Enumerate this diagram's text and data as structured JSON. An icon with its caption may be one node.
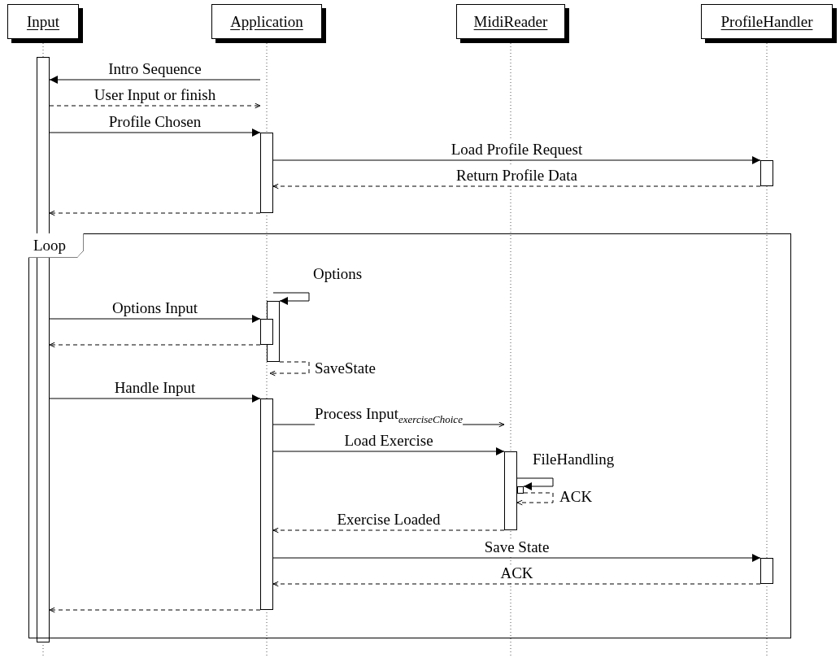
{
  "diagram": {
    "nodes": [
      {
        "text": [
          "Input"
        ]
      },
      {
        "text": [
          "Application"
        ]
      },
      {
        "text": [
          "MidiReader"
        ]
      },
      {
        "text": [
          "ProfileHandler"
        ]
      },
      {
        "text": [],
        "shape": "bar"
      },
      {
        "text": [],
        "shape": "bar"
      },
      {
        "text": [],
        "shape": "bar"
      },
      {
        "text": [
          "Loop"
        ]
      },
      {
        "text": [],
        "shape": "bar",
        "in": 7
      },
      {
        "text": [],
        "shape": "bar",
        "in": 7
      },
      {
        "text": [],
        "shape": "bar",
        "in": 7
      },
      {
        "text": [],
        "shape": "bar",
        "in": 7
      },
      {
        "text": [],
        "shape": "bar",
        "in": 7
      },
      {
        "text": [],
        "shape": "bar",
        "in": 7
      }
    ],
    "edges": [
      {
        "from": null,
        "to": 4,
        "arrow": "to",
        "label": "Intro Sequence"
      },
      {
        "from": 4,
        "to": null,
        "arrow": "to",
        "label": "User Input or finish",
        "style": "dashed"
      },
      {
        "from": 4,
        "to": 5,
        "arrow": "to",
        "label": "Profile Chosen"
      },
      {
        "from": 5,
        "to": 6,
        "arrow": "to",
        "label": "Load Profile Request"
      },
      {
        "from": 6,
        "to": 5,
        "arrow": "to",
        "label": "Return Profile Data",
        "style": "dashed"
      },
      {
        "from": 5,
        "to": 4,
        "arrow": "to",
        "style": "dashed"
      },
      {
        "from": null,
        "to": 8,
        "arrow": "to",
        "label": "Options"
      },
      {
        "from": 4,
        "to": 9,
        "arrow": "to",
        "label": "Options Input"
      },
      {
        "from": 9,
        "to": 4,
        "arrow": "to",
        "style": "dashed"
      },
      {
        "from": 8,
        "to": null,
        "arrow": "to",
        "label": "SaveState",
        "style": "dashed"
      },
      {
        "from": 4,
        "to": 10,
        "arrow": "to",
        "label": "Handle Input"
      },
      {
        "from": 10,
        "to": null,
        "arrow": "to",
        "label": "Process Input$_{exerciseChoice}$"
      },
      {
        "from": 10,
        "to": 11,
        "arrow": "to",
        "label": "Load Exercise"
      },
      {
        "from": 11,
        "to": 12,
        "arrow": "to",
        "label": "FileHandling"
      },
      {
        "from": 12,
        "to": 11,
        "arrow": "to",
        "label": "ACK",
        "style": "dashed"
      },
      {
        "from": 11,
        "to": 10,
        "arrow": "to",
        "label": "Exercise Loaded",
        "style": "dashed"
      },
      {
        "from": 10,
        "to": 13,
        "arrow": "to",
        "label": "Save State"
      },
      {
        "from": 13,
        "to": 10,
        "arrow": "to",
        "label": "ACK",
        "style": "dashed"
      },
      {
        "from": 10,
        "to": 4,
        "arrow": "to",
        "style": "dashed"
      }
    ]
  }
}
